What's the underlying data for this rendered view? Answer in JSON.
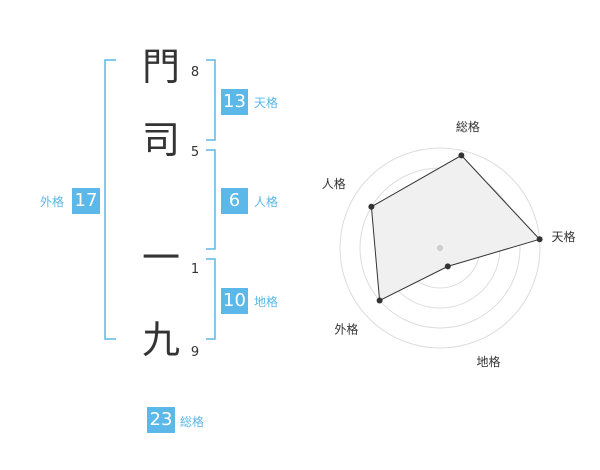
{
  "name": {
    "chars": [
      {
        "kanji": "門",
        "strokes": "8"
      },
      {
        "kanji": "司",
        "strokes": "5"
      },
      {
        "kanji": "一",
        "strokes": "1"
      },
      {
        "kanji": "九",
        "strokes": "9"
      }
    ]
  },
  "fortune": {
    "tenkaku": {
      "value": "13",
      "label": "天格"
    },
    "jinkaku": {
      "value": "6",
      "label": "人格"
    },
    "chikaku": {
      "value": "10",
      "label": "地格"
    },
    "gaikaku": {
      "value": "17",
      "label": "外格"
    },
    "soukaku": {
      "value": "23",
      "label": "総格"
    }
  },
  "colors": {
    "accent": "#5bb8e8",
    "text": "#333333",
    "radar_fill": "#f0f0f0",
    "radar_line": "#333333",
    "grid": "#dddddd"
  },
  "chart_data": {
    "type": "radar",
    "axes": [
      "総格",
      "天格",
      "地格",
      "外格",
      "人格"
    ],
    "values": [
      0.95,
      1.0,
      0.2,
      0.8,
      0.8
    ],
    "range": [
      0,
      1
    ],
    "rings": 5
  }
}
